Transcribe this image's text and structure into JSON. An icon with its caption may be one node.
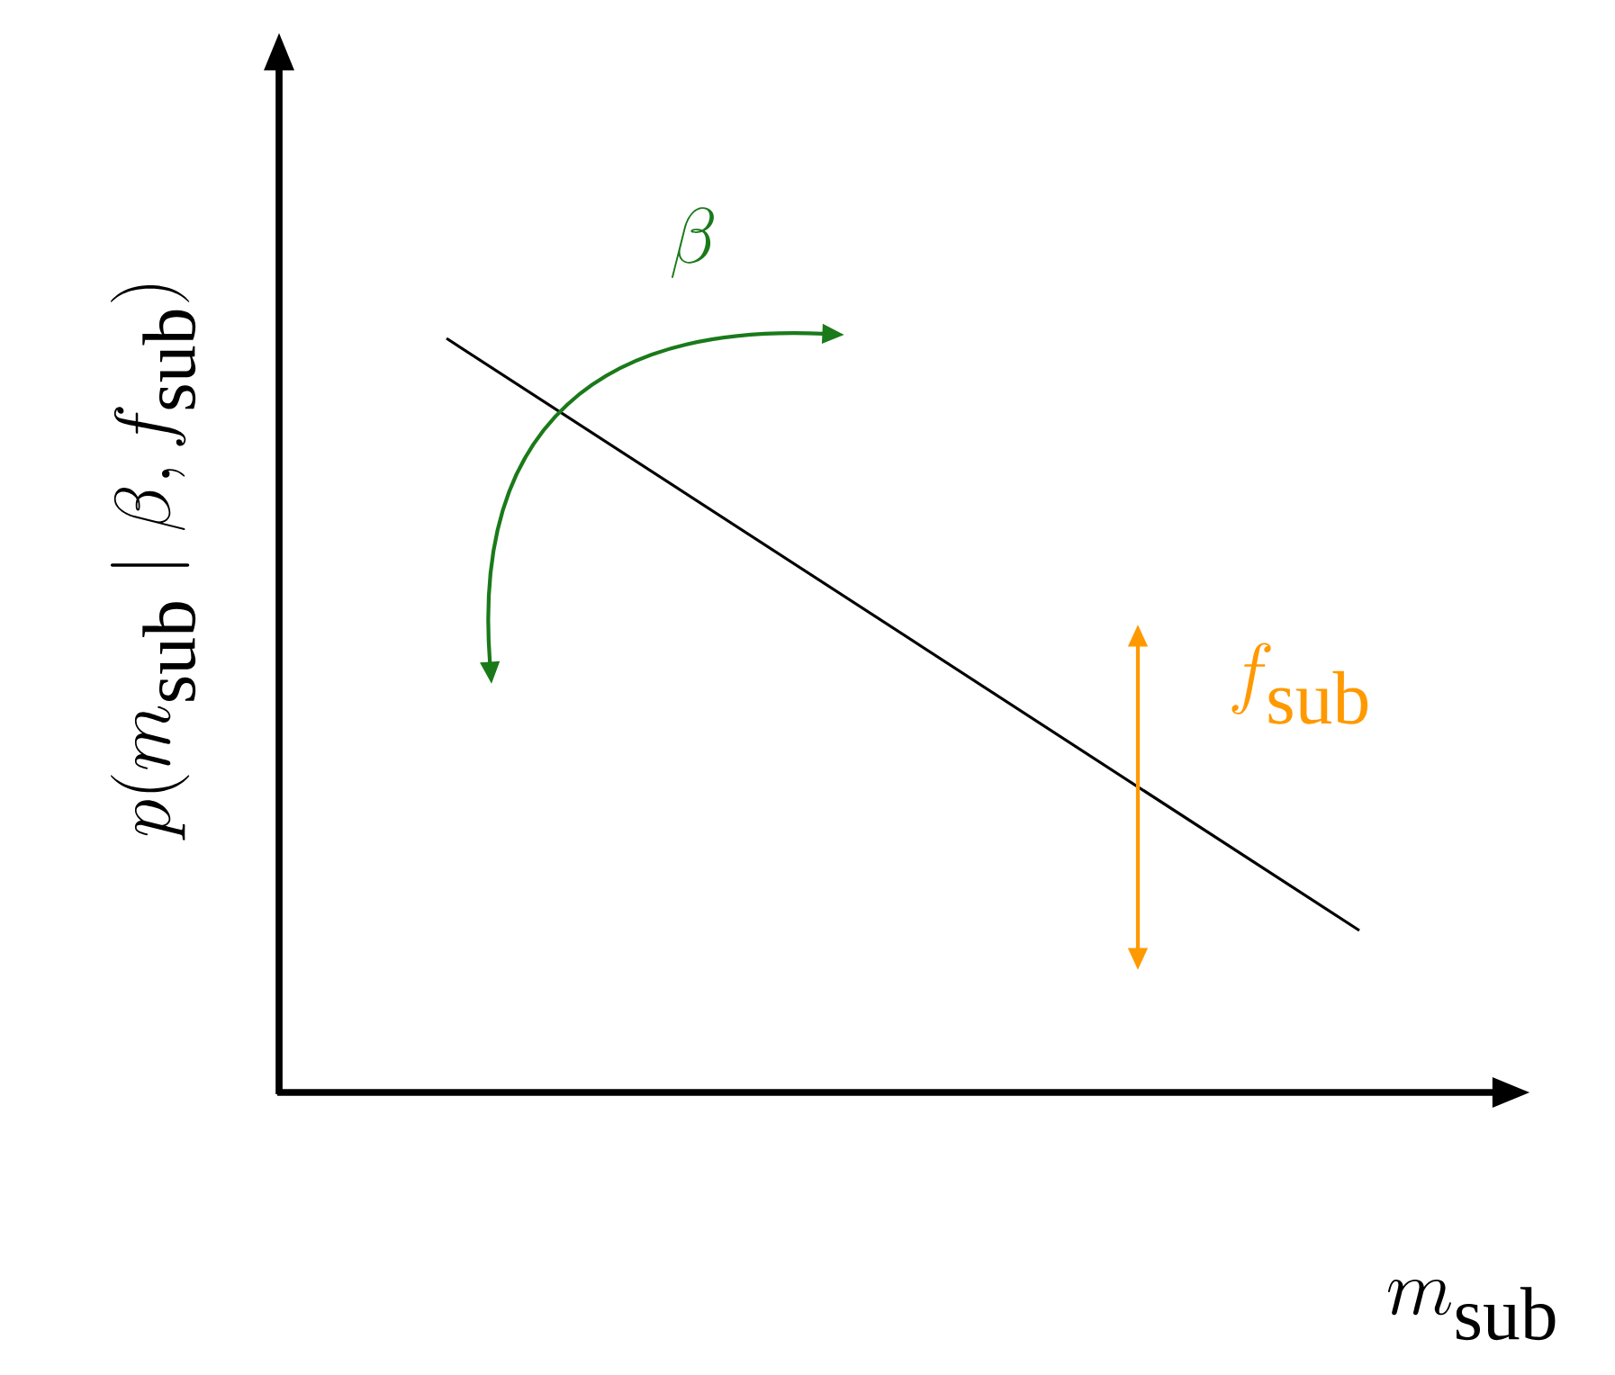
{
  "diagram": {
    "labels": [
      "p(m_{\\mathrm{sub}} \\mid \\beta, f_{\\mathrm{sub}})",
      "\\beta",
      "f_{\\mathrm{sub}}",
      "m_{\\mathrm{sub}}"
    ]
  }
}
